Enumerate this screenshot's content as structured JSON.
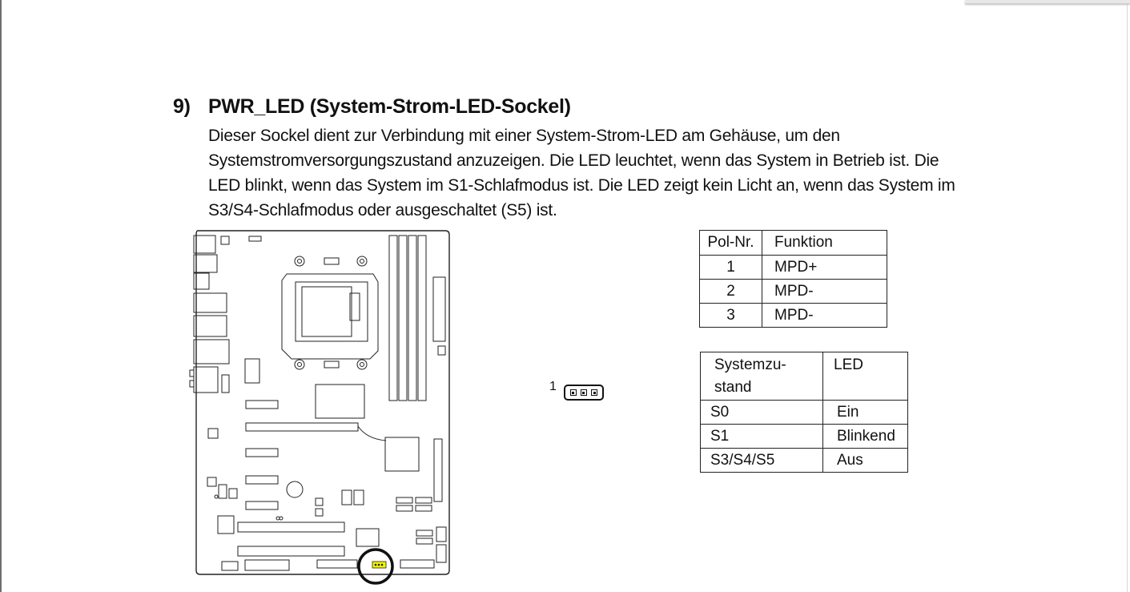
{
  "section": {
    "number": "9)",
    "title": "PWR_LED (System-Strom-LED-Sockel)",
    "description_lines": [
      "Dieser Sockel dient zur Verbindung mit einer System-Strom-LED am Gehäuse, um den",
      "Systemstromversorgungszustand anzuzeigen. Die LED leuchtet, wenn das System in Betrieb ist. Die",
      "LED blinkt, wenn das System im S1-Schlafmodus ist. Die LED zeigt kein Licht an, wenn das System im",
      "S3/S4-Schlafmodus oder ausgeschaltet (S5) ist."
    ]
  },
  "connector": {
    "pin1_label": "1",
    "pin_count": 3
  },
  "pin_table": {
    "headers": [
      "Pol-Nr.",
      "Funktion"
    ],
    "rows": [
      [
        "1",
        "MPD+"
      ],
      [
        "2",
        "MPD-"
      ],
      [
        "3",
        "MPD-"
      ]
    ]
  },
  "state_table": {
    "headers": [
      "Systemzu-\nstand",
      "LED"
    ],
    "header_lines": [
      "Systemzu-",
      "stand"
    ],
    "rows": [
      [
        "S0",
        "Ein"
      ],
      [
        "S1",
        "Blinkend"
      ],
      [
        "S3/S4/S5",
        "Aus"
      ]
    ]
  },
  "colors": {
    "highlight": "#f4f400",
    "text": "#111111"
  },
  "icons": {
    "board": "motherboard-diagram-icon",
    "header": "three-pin-header-icon"
  }
}
